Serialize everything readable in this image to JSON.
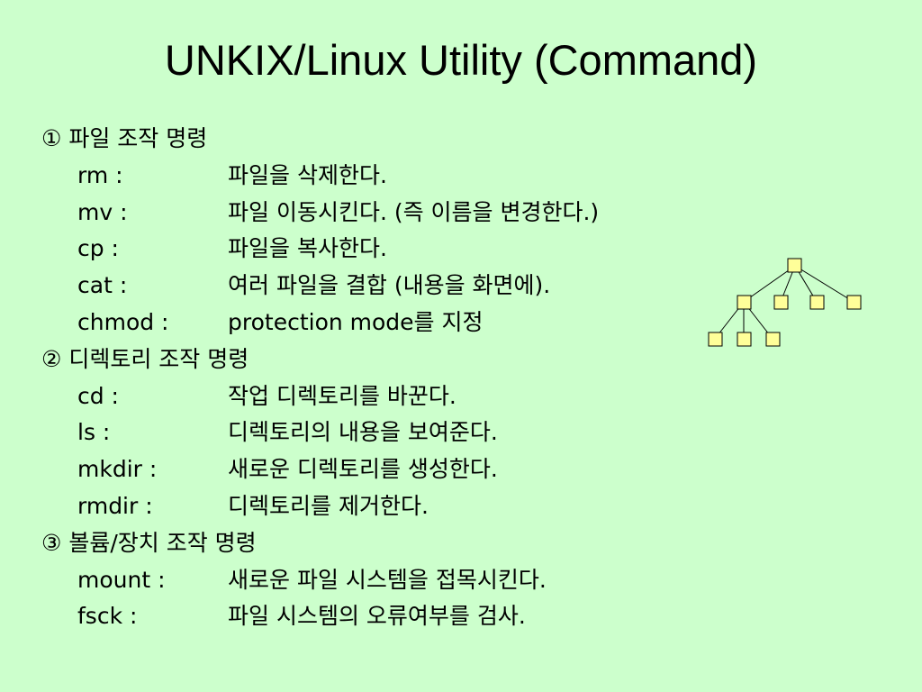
{
  "slide": {
    "title": "UNKIX/Linux Utility (Command)"
  },
  "sections": [
    {
      "heading": "① 파일 조작 명령",
      "commands": [
        {
          "cmd": "rm :",
          "desc": "파일을 삭제한다."
        },
        {
          "cmd": "mv :",
          "desc": "파일 이동시킨다. (즉 이름을 변경한다.)"
        },
        {
          "cmd": "cp :",
          "desc": "파일을 복사한다."
        },
        {
          "cmd": "cat :",
          "desc": "여러 파일을 결합 (내용을 화면에)."
        },
        {
          "cmd": "chmod :",
          "desc": "protection mode를 지정"
        }
      ]
    },
    {
      "heading": "② 디렉토리 조작 명령",
      "commands": [
        {
          "cmd": "cd :",
          "desc": "작업 디렉토리를 바꾼다."
        },
        {
          "cmd": "ls :",
          "desc": "디렉토리의 내용을 보여준다."
        },
        {
          "cmd": "mkdir :",
          "desc": "새로운 디렉토리를 생성한다."
        },
        {
          "cmd": "rmdir :",
          "desc": "디렉토리를 제거한다."
        }
      ]
    },
    {
      "heading": "③ 볼륨/장치 조작 명령",
      "commands": [
        {
          "cmd": "mount :",
          "desc": "새로운 파일 시스템을  접목시킨다."
        },
        {
          "cmd": "fsck :",
          "desc": "파일 시스템의 오류여부를 검사."
        }
      ]
    }
  ],
  "tree_diagram": {
    "icon": "directory-tree-diagram",
    "node_fill": "#ffff99",
    "node_stroke": "#000000"
  }
}
